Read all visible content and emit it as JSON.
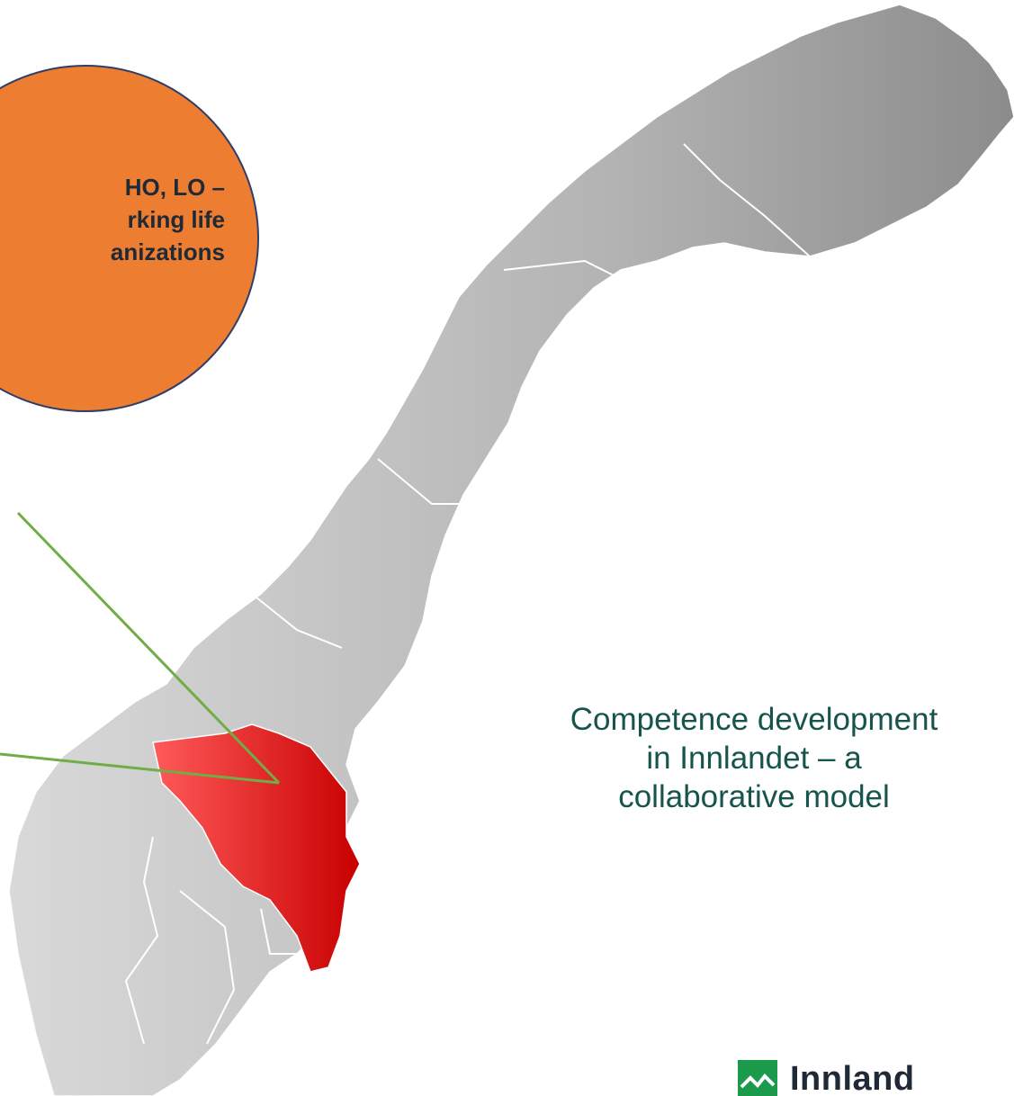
{
  "bubble": {
    "lines": [
      "HO, LO –",
      "rking life",
      "anizations"
    ],
    "fill_color": "#ED7D31",
    "stroke_color": "#2F3E68"
  },
  "caption": {
    "lines": [
      "Competence development",
      "in Innlandet – a",
      "collaborative model"
    ],
    "color": "#17544B"
  },
  "logo": {
    "text": "Innland",
    "icon": "mountain-logo-icon",
    "color": "#1A9A4A"
  },
  "map": {
    "country_color": "#A6A6A6",
    "highlight_region_color": "#E41B1B",
    "connector_color": "#70AD47"
  }
}
